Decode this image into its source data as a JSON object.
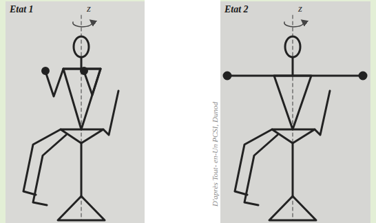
{
  "diagram": {
    "labels": [
      "Etat 1",
      "z",
      "D'après Tout- en-Un PCSI, Dunod",
      "Etat 2",
      "z"
    ]
  }
}
